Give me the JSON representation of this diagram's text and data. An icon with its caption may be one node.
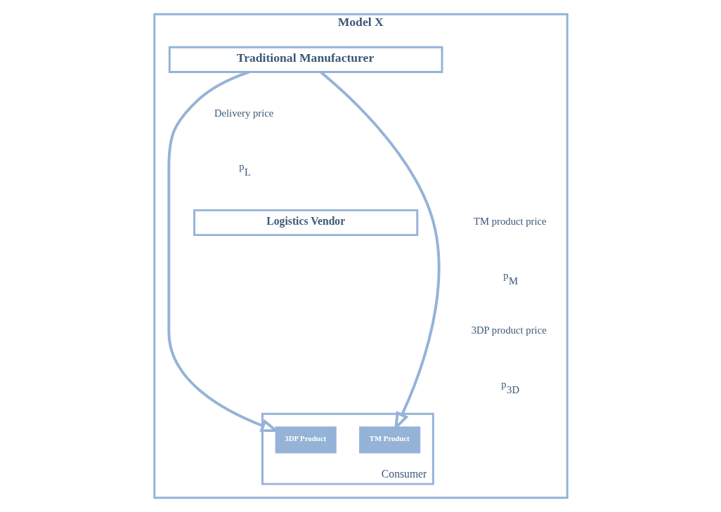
{
  "diagram": {
    "nodes": [
      {
        "text": [
          "Model X"
        ]
      },
      {
        "text": [
          "Traditional Manufacturer"
        ],
        "in": 0
      },
      {
        "text": [
          "Logistics Vendor"
        ],
        "in": 0
      },
      {
        "text": [
          "Consumer"
        ],
        "in": 0
      },
      {
        "text": [
          "TM Product"
        ],
        "in": 3
      },
      {
        "text": [
          "3DP Product"
        ],
        "in": 3
      }
    ],
    "edges": [
      {
        "from": 1,
        "to": 4,
        "arrow": "to"
      },
      {
        "from": 1,
        "to": 5,
        "arrow": "to"
      }
    ],
    "labels": [
      "Delivery price",
      "p$_{L}$",
      "TM product price",
      "p$_{M}$",
      "3DP product price",
      "p$_{3D}$"
    ]
  }
}
